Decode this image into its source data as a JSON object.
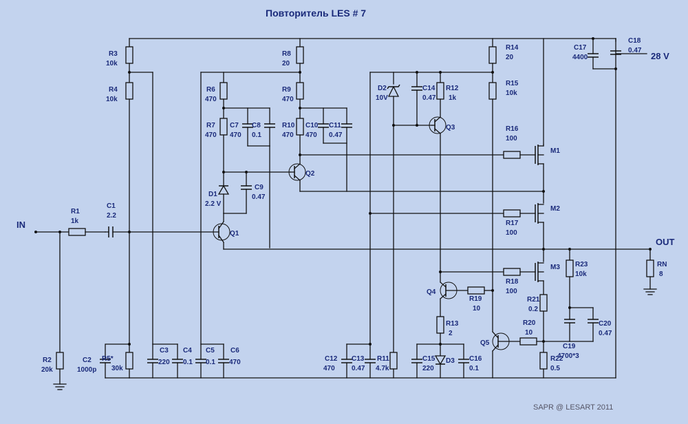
{
  "title": "Повторитель LES # 7",
  "credit": "SAPR @ LESART 2011",
  "supply": "28 V",
  "in_label": "IN",
  "out_label": "OUT",
  "parts": {
    "R1": {
      "name": "R1",
      "value": "1k"
    },
    "R2": {
      "name": "R2",
      "value": "20k"
    },
    "R3": {
      "name": "R3",
      "value": "10k"
    },
    "R4": {
      "name": "R4",
      "value": "10k"
    },
    "R5": {
      "name": "R5*",
      "value": "30k"
    },
    "R6": {
      "name": "R6",
      "value": "470"
    },
    "R7": {
      "name": "R7",
      "value": "470"
    },
    "R8": {
      "name": "R8",
      "value": "20"
    },
    "R9": {
      "name": "R9",
      "value": "470"
    },
    "R10": {
      "name": "R10",
      "value": "470"
    },
    "R11": {
      "name": "R11",
      "value": "4.7k"
    },
    "R12": {
      "name": "R12",
      "value": "1k"
    },
    "R13": {
      "name": "R13",
      "value": "2"
    },
    "R14": {
      "name": "R14",
      "value": "20"
    },
    "R15": {
      "name": "R15",
      "value": "10k"
    },
    "R16": {
      "name": "R16",
      "value": "100"
    },
    "R17": {
      "name": "R17",
      "value": "100"
    },
    "R18": {
      "name": "R18",
      "value": "100"
    },
    "R19": {
      "name": "R19",
      "value": "10"
    },
    "R20": {
      "name": "R20",
      "value": "10"
    },
    "R21": {
      "name": "R21",
      "value": "0.2"
    },
    "R22": {
      "name": "R22",
      "value": "0.5"
    },
    "R23": {
      "name": "R23",
      "value": "10k"
    },
    "RN": {
      "name": "RN",
      "value": "8"
    },
    "C1": {
      "name": "C1",
      "value": "2.2"
    },
    "C2": {
      "name": "C2",
      "value": "1000p"
    },
    "C3": {
      "name": "C3",
      "value": "220"
    },
    "C4": {
      "name": "C4",
      "value": "0.1"
    },
    "C5": {
      "name": "C5",
      "value": "0.1"
    },
    "C6": {
      "name": "C6",
      "value": "470"
    },
    "C7": {
      "name": "C7",
      "value": "470"
    },
    "C8": {
      "name": "C8",
      "value": "0.1"
    },
    "C9": {
      "name": "C9",
      "value": "0.47"
    },
    "C10": {
      "name": "C10",
      "value": "470"
    },
    "C11": {
      "name": "C11",
      "value": "0.47"
    },
    "C12": {
      "name": "C12",
      "value": "470"
    },
    "C13": {
      "name": "C13",
      "value": "0.47"
    },
    "C14": {
      "name": "C14",
      "value": "0.47"
    },
    "C15": {
      "name": "C15",
      "value": "220"
    },
    "C16": {
      "name": "C16",
      "value": "0.1"
    },
    "C17": {
      "name": "C17",
      "value": "4400"
    },
    "C18": {
      "name": "C18",
      "value": "0.47"
    },
    "C19": {
      "name": "C19",
      "value": "4700*3"
    },
    "C20": {
      "name": "C20",
      "value": "0.47"
    },
    "D1": {
      "name": "D1",
      "value": "2.2 V"
    },
    "D2": {
      "name": "D2",
      "value": "10V"
    },
    "D3": {
      "name": "D3"
    },
    "Q1": {
      "name": "Q1"
    },
    "Q2": {
      "name": "Q2"
    },
    "Q3": {
      "name": "Q3"
    },
    "Q4": {
      "name": "Q4"
    },
    "Q5": {
      "name": "Q5"
    },
    "M1": {
      "name": "M1"
    },
    "M2": {
      "name": "M2"
    },
    "M3": {
      "name": "M3"
    }
  }
}
